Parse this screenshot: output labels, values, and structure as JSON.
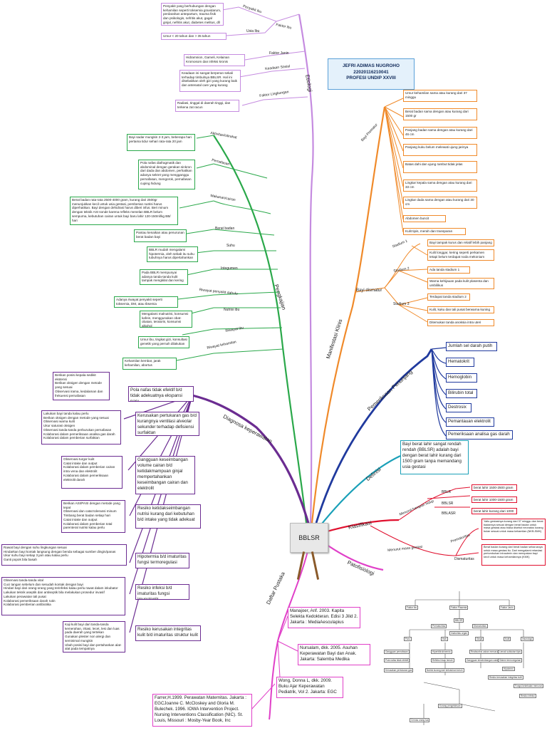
{
  "author": {
    "line1": "JEFRI ADIMAS NUGROHO",
    "line2": "22020116210041",
    "line3": "PROFESI UNDIP XXVIII"
  },
  "center": "BBLSR",
  "branches": {
    "etiologi": "Etiologi",
    "manifestasi": "Manifestasi Klinis",
    "pemeriksaan": "Pemeriksaan Penunjang",
    "definisi": "Definisi",
    "klasifikasi": "Klasifikasi",
    "patofisiologi": "Patofisiologi",
    "daftar_pustaka": "Daftar Pustaka",
    "diagnosa": "Diagnosa keperawatan",
    "pengkajian": "Pengkajian"
  },
  "etiologi": {
    "faktor_ibu": "Faktor ibu",
    "penyakit_ibu": "Penyakit ibu",
    "penyakit_ibu_text": "Penyakit yang berhubungan dengan kehamilan seperti toksemia gravidarum, perdarahan antepartum, trauma fisik dan psikologis, nefritis akut, gagal ginjal, nefritis akut, diabetes melitus, dll",
    "usia_ibu": "Usia Ibu",
    "usia_ibu_text": "Umur < 20 tahun dan > 35 tahun",
    "faktor_janin": "Faktor Janin",
    "faktor_janin_text": "Hidramnion, Gameli, Kelainan Kromosom dan infeksi kronis",
    "keadaan_sosial": "Keadaan Sosial",
    "keadaan_sosial_text": "Keadaan ini sangat berperan sekali terhadap timbulnya BBLSR. Hal ini disebabkan oleh gizi yang kurang baik dan antenatal care yang kurang",
    "faktor_lingkungan": "Faktor Lingkungan",
    "faktor_lingkungan_text": "Radiasi, tinggal di daerah tinggi, dan terkena zat racun"
  },
  "manifestasi": {
    "bayi_prematur": "Bayi Prematur",
    "prematur_items": [
      "Umur kehamilan sama atau kurang dari 37 minggu",
      "Berat badan sama dengan atau kurang dari 1500 gr",
      "Panjang badan sama dengan atau kurang dari 46 cm",
      "Panjang kuku belum melewati ujung jarinya",
      "Batas dahi dan ujung rambut tidak jelas",
      "Lingkar kepala sama dengan atau kurang dari 33 cm",
      "Lingkar dada sama dengan atau kurang dari 30 cm",
      "Abdomen buncit",
      "Kulit tipis, merah dan transparan"
    ],
    "bayi_dismatur": "Bayi dismatur",
    "stadium1": "Stadium 1",
    "stadium1_items": [
      "Bayi tampak kurus dan relatif lebih panjang",
      "Kulit longgar, kering seperti perkamen tetapi belum terdapat noda mekonium"
    ],
    "stadium2": "Stadium 2",
    "stadium2_items": [
      "Ada tanda stadium 1",
      "Warna kehijauan pada kulit plasenta dan umbilikus"
    ],
    "stadium3": "Stadium 3",
    "stadium3_items": [
      "Terdapat tanda stadium 2",
      "Kulit, kuku dan tali pusat berwarna kuning",
      "Ditemukan tanda anoksia intra uteri"
    ]
  },
  "pemeriksaan": [
    "Jumlah sel darah putih",
    "Hematokrit",
    "Hemoglobin",
    "Bilirubin total",
    "Destrosix",
    "Pemantauan elektrolit",
    "Pemeriksaan analisa gas darah"
  ],
  "definisi": "Bayi berat lahir sangat rendah rendah (BBLSR) adalah bayi dengan berat lahir kurang dari 1500 gram tanpa memandang usia gestasi",
  "klasifikasi": {
    "menurut_harapan": "Menurut harapan hidup",
    "bblr": "BBLR",
    "bblr_text": "berat lahir 1500-2500 gram",
    "bblsr": "BBLSR",
    "bblsr_text": "berat lahir 1000-1500 gram",
    "bblasr": "BBLASR",
    "bblasr_text": "berat lahir kurang dari 1000",
    "menurut_masa": "Menurut masa gestasi",
    "prematuritas": "Prematuritas",
    "prematuritas_text": "Yaitu gestasinya kurang dari 37 minggu dan berat badannya sesuai dengan berat badan untuk masa gestasi atau biasa disebut neonatus kurang bulan sesuai untuk masa kehamilan (NKB-SMK)",
    "dismaturitas": "Dismaturitas",
    "dismaturitas_text": "Berat badan kurang dari berat badan seharusnya untuk masa gestasi itu. Dari mengalami retardasi pertumbuhan intrauterin dan merupakan bayi kecil untuk masa kehamilannya (KMK)"
  },
  "daftar_pustaka": [
    "Manajoer, Arif. 2003. Kapita Selekta Kedokteran. Edisi 3 Jilid 2. Jakarta : MediaAesculapius",
    "Nursalam, dkk. 2005. Asuhan Keperawatan Bayi dan Anak. Jakarta: Salemba Medika",
    "Wong, Donna L, dkk. 2009. Buku Ajar Keperawatan Pediatrik, Vol 2. Jakarta: EGC",
    "Farrer,H.1999. Perawatan Maternitas. Jakarta : EGCJoanne C. McCloskey and Gloria M. Bulechek. 1996. IOWA Intervention Project. Nursing Interventions Classification (NIC). St. Louis, Missouri : Mosby-Year Book, Inc"
  ],
  "pengkajian": {
    "aktivitas": "Aktivitas/istirahat",
    "aktivitas_text": "Bayi sadar mungkin 2-3 jam, beberapa hari pertama tidur sehari rata-rata 20 jam",
    "pernafasan": "Pernafasan",
    "pernafasan_text": "Pola nafas diafragmatik dan abdominal dengan gerakan sinkron dari dada dan abdomen, perhatikan adanya sekret yang mengganggu pernafasan, mengorok, pernafasan cuping hidung",
    "makanan": "Makanan/cairan",
    "makanan_text": "Berat badan rata-rata 2500-4000 gram, kurang dari 2500gr menunjukkan kecil untuk usia gestasi, pemberian nutrisi harus diperhatikan. Bayi dengan dehidrasi harus diberi infus. Beri minum dengan teknik ASI sonde karena refleks menelan BBLR belum sempurna, kebutuhan cairan untuk bayi baru lahir 120-150ml/kg BB/ hari",
    "berat_badan": "Berat badan",
    "berat_badan_text": "Pantau kenaikan atau penurunan berat badan bayi",
    "suhu": "Suhu",
    "suhu_text": "BBLR mudah mengalami hipotermia, oleh sebab itu suhu tubuhnya harus dipertahankan",
    "integumen": "Integumen",
    "integumen_text": "Pada BBLR mempunyai adanya tanda-tanda kulit tampak mengkilat dan kering",
    "riwayat_penyakit": "Riwayat penyakit dahulu",
    "riwayat_penyakit_text": "Adanya riwayat penyakit seperti toksemia, DM, atau tbsemia",
    "nutrisi_ibu": "Nutrisi ibu",
    "nutrisi_ibu_text": "Mengalami malnutrisi, konsumsi kafein, menggunakan obat-obatan, teratoris, konsumsi alkohol",
    "riwayat_ibu": "Riwayat Ibu",
    "riwayat_ibu_text": "Umur ibu, tingkat gizi, konsultasi genetik yang pernah dilakukan",
    "riwayat_kehamilan": "Riwayat kehamilan",
    "riwayat_kehamilan_text": "Kehamilan kembar, jarak kehamilan, abortus"
  },
  "diagnosa": [
    {
      "dx": "Pola nafas tidak efektif b/d tidak adekuatnya ekspansi paru",
      "items": [
        "Berikan posisi kepala sedikit ekstensi",
        "Berikan oksigen dengan metode yang sesuai",
        "Observasi irama, kedalaman dan frekuensi pernafasan"
      ]
    },
    {
      "dx": "Kerusakan pertukaran gas b/d kurangnya ventilasi alveolar sekunder terhadap defisiensi surfaktan",
      "items": [
        "Lakukan bayi tanda kalau perlu",
        "Berikan oksigen dengan metode yang sesuai",
        "Observasi warna kulit",
        "Ukur saturasi oksigen",
        "Observasi tanda-tanda perburukan pernafasan",
        "Kolaborasi dalam pemeriksaan analisa gas darah",
        "Kolaborasi dalam pemberian surfaktan"
      ]
    },
    {
      "dx": "Gangguan keseimbangan volume cairan b/d ketidakmampuan ginjal mempertahankan keseimbangan cairan dan elektrolit",
      "items": [
        "Observasi turgor kulit",
        "Catat intake dan output",
        "Kolaborasi dalam pemberian cairan intra vena dan elektrolit",
        "Kolaborasi dalam pemeriksaan elektrolit darah"
      ]
    },
    {
      "dx": "Resiko ketidakseimbangan nutrisi kurang dari kebutuhan b/d intake yang tidak adekuat",
      "items": [
        "Berikan ASI/PASI dengan metode yang tepat",
        "Observasi dan catat toleransi minum",
        "Timbang berat badan setiap hari",
        "Catat intake dan output",
        "Kolaborasi dalam pemberian total parenteral nutrisi kalau perlu"
      ]
    },
    {
      "dx": "Hipotermia b/d imaturitas fungsi termoregulasi",
      "items": [
        "Rawat bayi dengan suhu lingkungan sesuai",
        "Hindarkan bayi kontak langsung dengan benda sebagai sumber dingin/panas",
        "Ukur suhu bayi setiap 3 jam atau kalau perlu",
        "Ganti popok bila basah"
      ]
    },
    {
      "dx": "Resiko infeksi b/d imaturitas fungsi imunologik",
      "items": [
        "Observasi tanda-tanda vital",
        "Cuci tangan sebelum dan sesudah kontak dengan bayi",
        "Hindari bayi dari orang-orang yang terinfeksi kalau perlu rawat dalam inkubator",
        "Lakukan teknik aseptik dan antiseptik bila melakukan prosedur invasif",
        "Lakukan perawatan tali pusat",
        "Kolaborasi pemeriksaan darah rutin",
        "Kolaborasi pemberian antibiotika"
      ]
    },
    {
      "dx": "Resiko kerusakan integritas kulit b/d imaturitas struktur kulit",
      "items": [
        "Kaji kulit bayi dari tanda-tanda kemerahan, iritasi, lecet, lesi dan luas pada daerah yang tertekan",
        "Gunakan plester non alergi dan seminimal mungkin",
        "Ubah posisi bayi dan pertahankan alat-alat pada tempatnya"
      ]
    }
  ],
  "pathway": {
    "labels": [
      "Faktor ibu",
      "Faktor Plasenta",
      "Faktor Janin",
      "BBLSR",
      "Prematuritas",
      "Dismaturitas",
      "Imaturitas organ",
      "Paru",
      "Hati",
      "Ginjal",
      "Kulit",
      "Imunologi",
      "Gangguan pernafasan",
      "Kerusakan pertukaran gas",
      "Hipotermi",
      "Resiko infeksi",
      "Nutrisi kurang dari kebutuhan tubuh",
      "Resiko kerusakan integritas kulit",
      "Gangguan keseimbangan cairan",
      "Pola nafas tidak efektif",
      "Hiperbilirubinemia",
      "Sistem termoregulasi",
      "Fungsi kekebalan menurun",
      "Lemak subkutan tipis",
      "Refleks hisap lemah",
      "Reabsorbsi cairan menurun",
      "Kurang pengetahuan",
      "Cemas orang tua"
    ]
  }
}
